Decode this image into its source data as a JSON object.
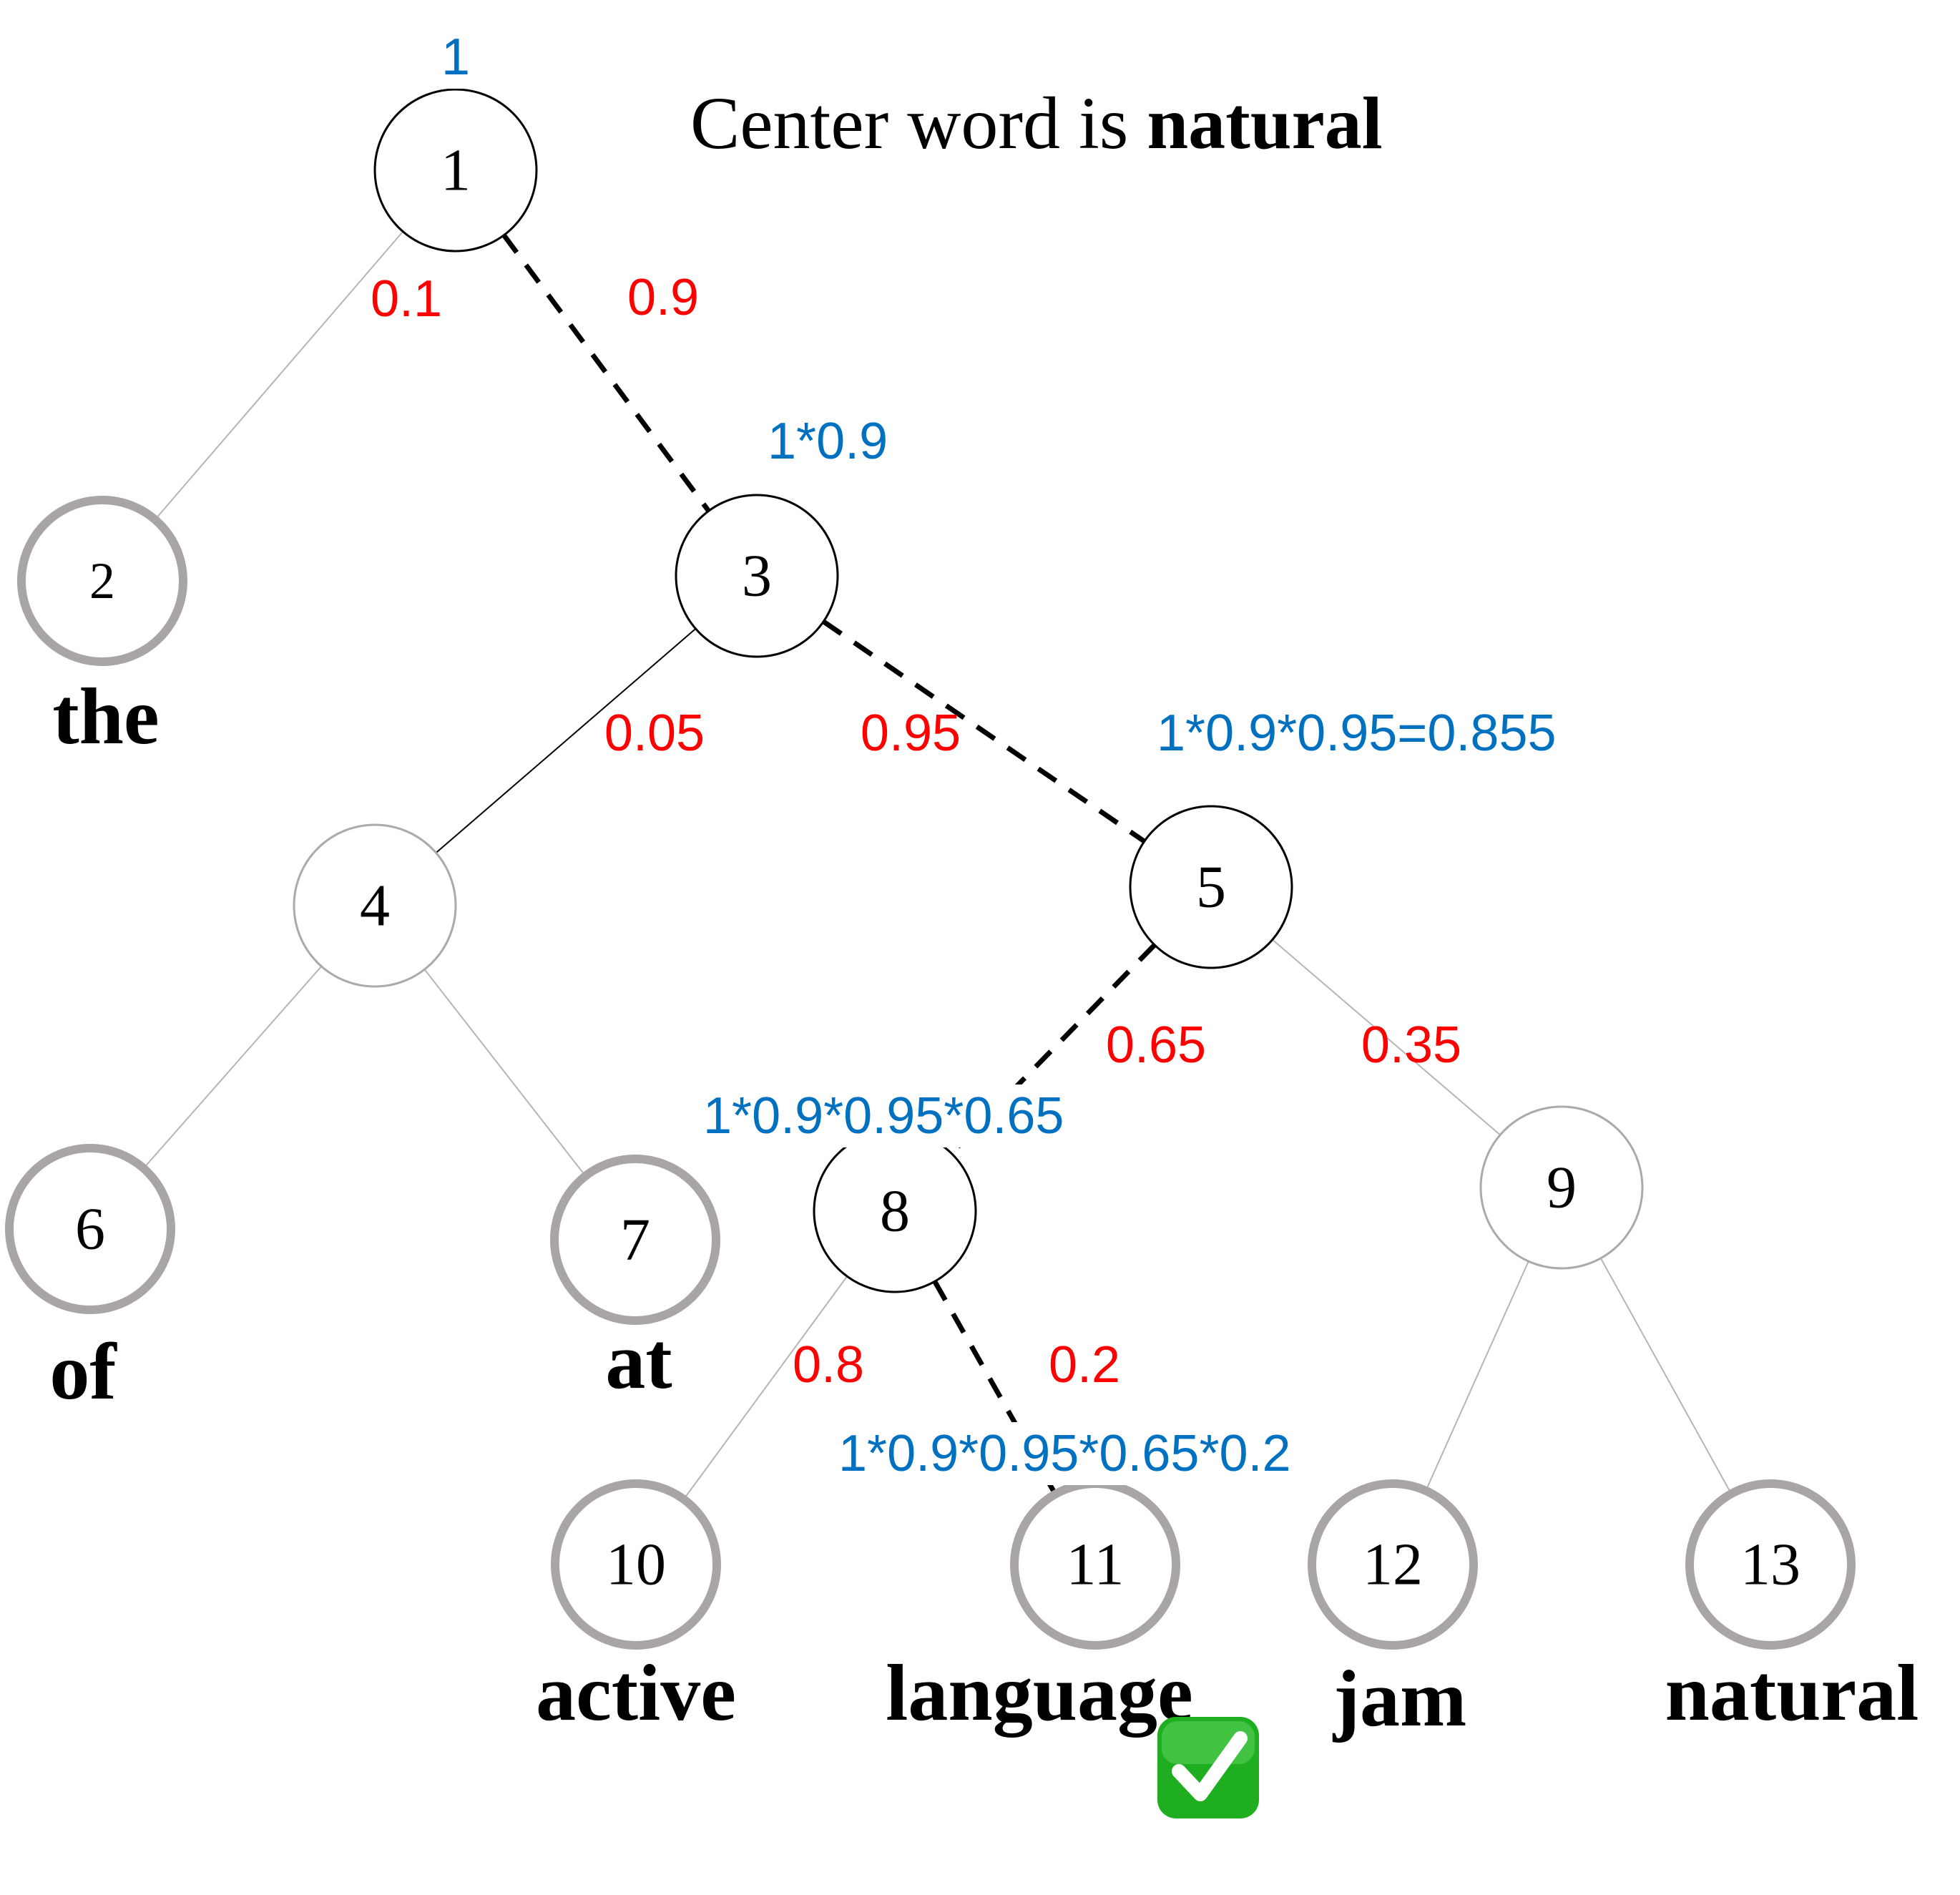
{
  "title": {
    "prefix": "Center word is ",
    "word": "natural"
  },
  "nodes": [
    {
      "id": "1",
      "label": "1",
      "style": "dark"
    },
    {
      "id": "2",
      "label": "2",
      "style": "leaf",
      "word": "the"
    },
    {
      "id": "3",
      "label": "3",
      "style": "dark"
    },
    {
      "id": "4",
      "label": "4",
      "style": "light"
    },
    {
      "id": "5",
      "label": "5",
      "style": "dark"
    },
    {
      "id": "6",
      "label": "6",
      "style": "leaf",
      "word": "of"
    },
    {
      "id": "7",
      "label": "7",
      "style": "leaf",
      "word": "at"
    },
    {
      "id": "8",
      "label": "8",
      "style": "dark"
    },
    {
      "id": "9",
      "label": "9",
      "style": "light"
    },
    {
      "id": "10",
      "label": "10",
      "style": "leaf",
      "word": "active"
    },
    {
      "id": "11",
      "label": "11",
      "style": "leaf",
      "word": "language"
    },
    {
      "id": "12",
      "label": "12",
      "style": "leaf",
      "word": "jam"
    },
    {
      "id": "13",
      "label": "13",
      "style": "leaf",
      "word": "natural"
    }
  ],
  "edges": [
    {
      "from": "1",
      "to": "2",
      "prob": "0.1",
      "on_path": false
    },
    {
      "from": "1",
      "to": "3",
      "prob": "0.9",
      "on_path": true
    },
    {
      "from": "3",
      "to": "4",
      "prob": "0.05",
      "on_path": false
    },
    {
      "from": "3",
      "to": "5",
      "prob": "0.95",
      "on_path": true
    },
    {
      "from": "4",
      "to": "6",
      "prob": "",
      "on_path": false
    },
    {
      "from": "4",
      "to": "7",
      "prob": "",
      "on_path": false
    },
    {
      "from": "5",
      "to": "8",
      "prob": "0.65",
      "on_path": true
    },
    {
      "from": "5",
      "to": "9",
      "prob": "0.35",
      "on_path": false
    },
    {
      "from": "8",
      "to": "10",
      "prob": "0.8",
      "on_path": false
    },
    {
      "from": "8",
      "to": "11",
      "prob": "0.2",
      "on_path": true
    },
    {
      "from": "9",
      "to": "12",
      "prob": "",
      "on_path": false
    },
    {
      "from": "9",
      "to": "13",
      "prob": "",
      "on_path": false
    }
  ],
  "path_probs": [
    {
      "node": "1",
      "text": "1"
    },
    {
      "node": "3",
      "text": "1*0.9"
    },
    {
      "node": "5",
      "text": "1*0.9*0.95=0.855"
    },
    {
      "node": "8",
      "text": "1*0.9*0.95*0.65"
    },
    {
      "node": "11",
      "text": "1*0.9*0.95*0.65*0.2"
    }
  ],
  "check_mark": {
    "node": "11",
    "icon": "check-mark-icon",
    "color": "#00a000"
  },
  "colors": {
    "edge_prob": "#ff0000",
    "path_prob": "#0070c0",
    "dark_node": "#000000",
    "leaf_node": "#aaa5a5",
    "light_node": "#aaaaaa"
  }
}
